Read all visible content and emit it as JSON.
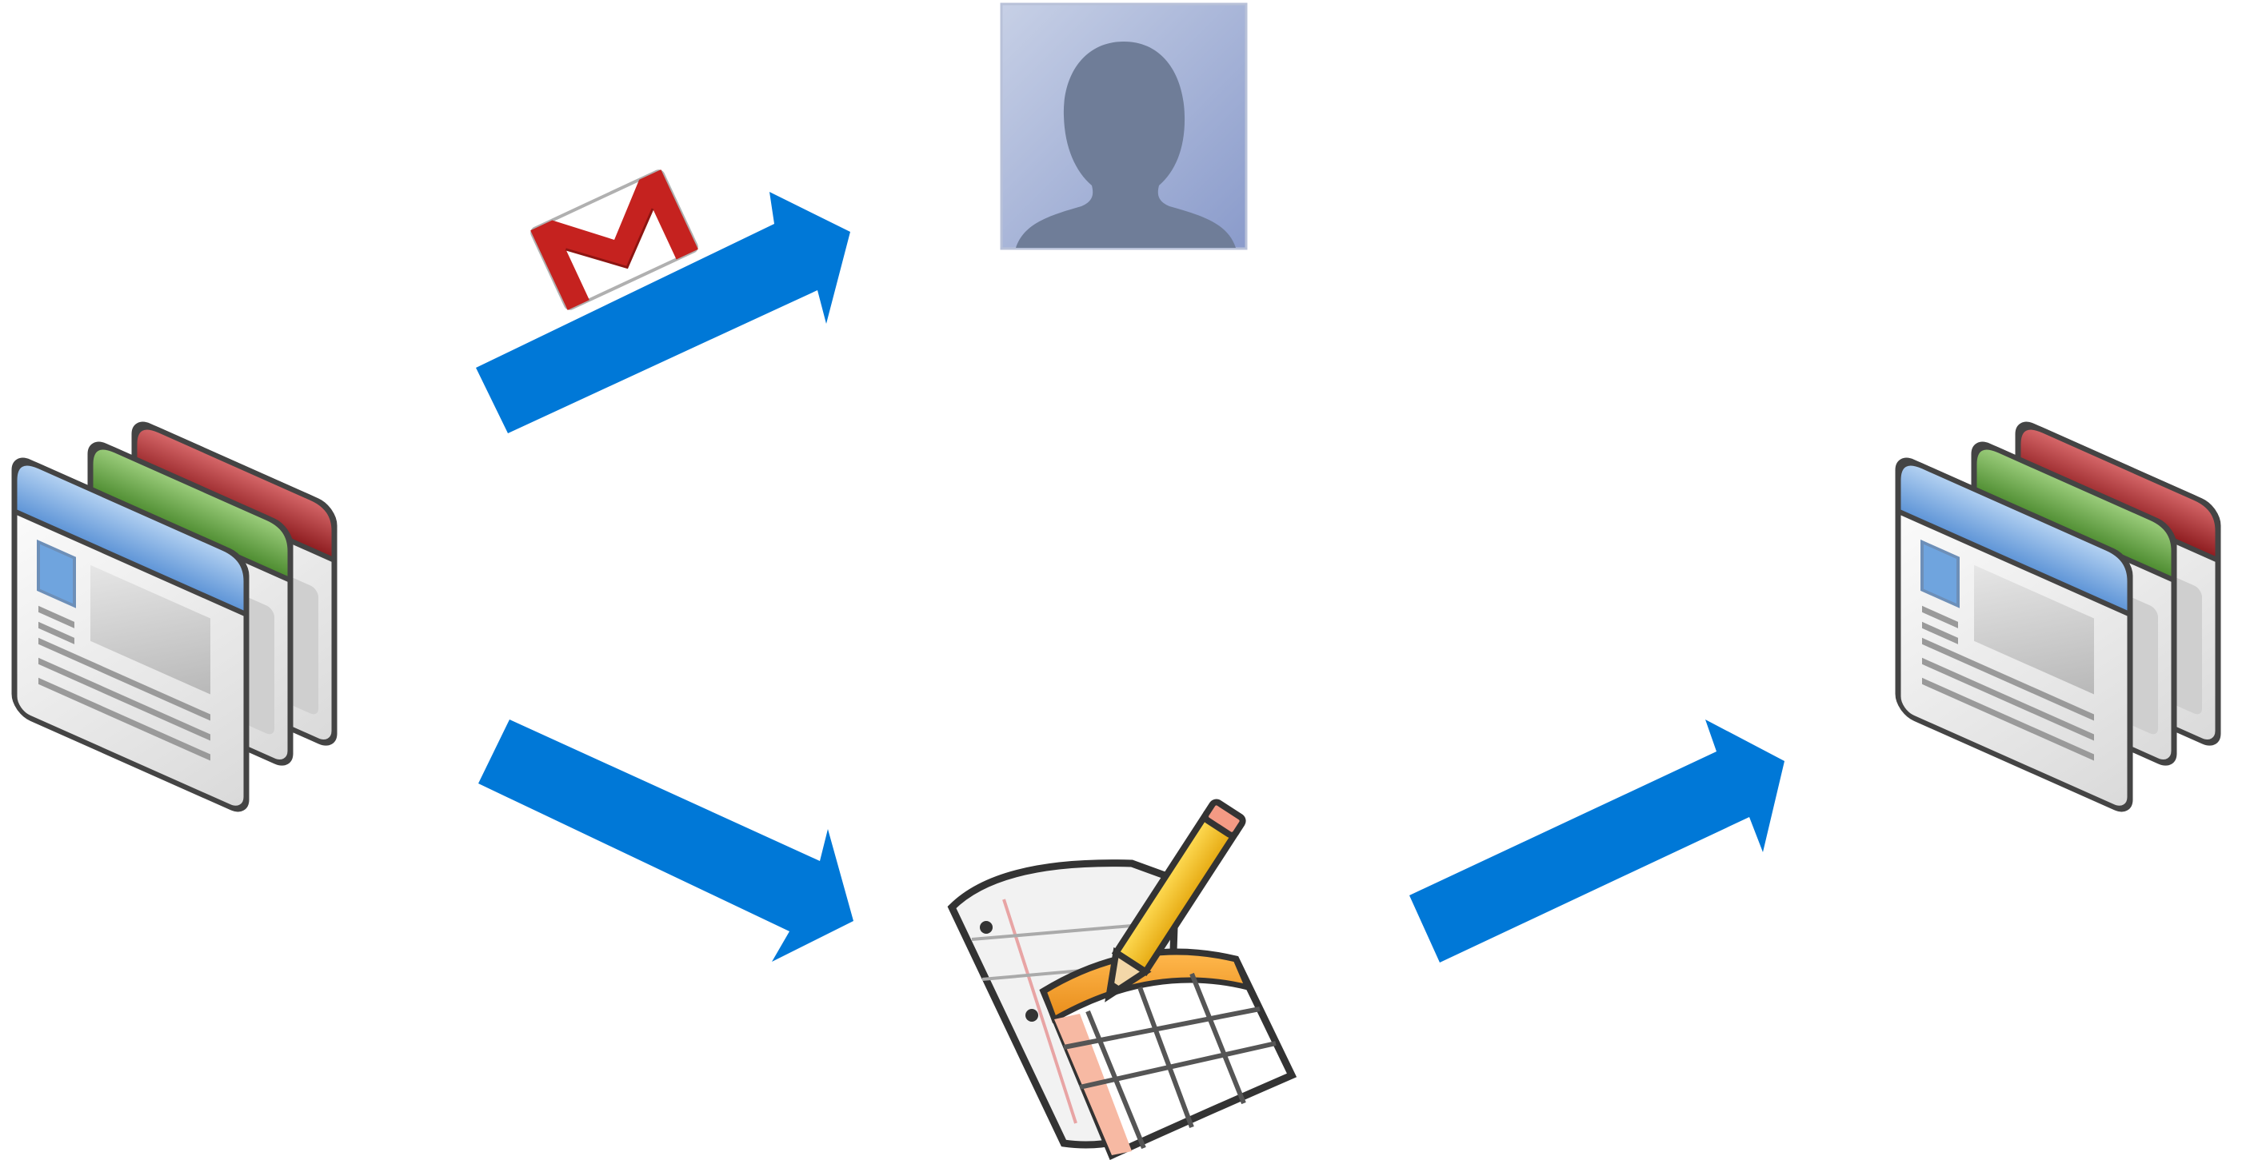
{
  "diagram": {
    "nodes": [
      {
        "id": "sites-source",
        "icon": "google-sites-icon"
      },
      {
        "id": "contact",
        "icon": "person-silhouette-icon"
      },
      {
        "id": "spreadsheet",
        "icon": "google-spreadsheet-icon"
      },
      {
        "id": "sites-target",
        "icon": "google-sites-icon"
      }
    ],
    "edges": [
      {
        "from": "sites-source",
        "to": "contact",
        "badge_icon": "gmail-envelope-icon"
      },
      {
        "from": "sites-source",
        "to": "spreadsheet"
      },
      {
        "from": "spreadsheet",
        "to": "sites-target"
      }
    ]
  },
  "colors": {
    "arrow": "#0078d7",
    "sites_blue": "#6fa4de",
    "sites_green": "#5b9e3d",
    "sites_red": "#a9282b",
    "gmail_red": "#c5221f",
    "avatar_bg": "#a7b4d6",
    "avatar_silhouette": "#6f7d98",
    "sheet_orange": "#f4a232",
    "pencil_yellow": "#f4c72a"
  }
}
